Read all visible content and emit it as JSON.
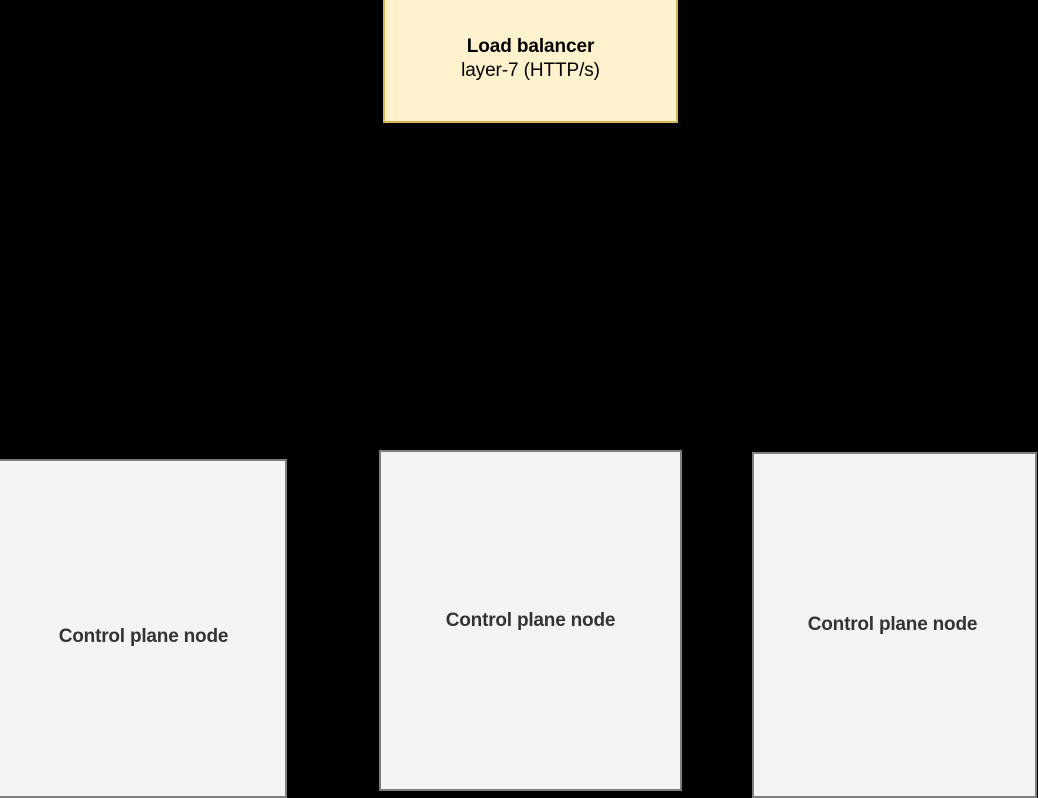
{
  "diagram": {
    "background_color": "#000000",
    "nodes": [
      {
        "id": "load-balancer",
        "kind": "load-balancer",
        "line_1": "Load balancer",
        "line_2": "layer-7 (HTTP/s)",
        "fill_color": "#fff2cc",
        "border_color": "#d6b656",
        "text_color": "#000000"
      },
      {
        "id": "control-plane-node-1",
        "kind": "control-plane-node",
        "label": "Control plane node",
        "fill_color": "#f4f4f4",
        "border_color": "#7f7f7f",
        "text_color": "#333333"
      },
      {
        "id": "control-plane-node-2",
        "kind": "control-plane-node",
        "label": "Control plane node",
        "fill_color": "#f4f4f4",
        "border_color": "#7f7f7f",
        "text_color": "#333333"
      },
      {
        "id": "control-plane-node-3",
        "kind": "control-plane-node",
        "label": "Control plane node",
        "fill_color": "#f4f4f4",
        "border_color": "#7f7f7f",
        "text_color": "#333333"
      }
    ],
    "edges": [
      {
        "from": "load-balancer",
        "to": "control-plane-node-1"
      },
      {
        "from": "load-balancer",
        "to": "control-plane-node-2"
      },
      {
        "from": "load-balancer",
        "to": "control-plane-node-3"
      }
    ]
  }
}
